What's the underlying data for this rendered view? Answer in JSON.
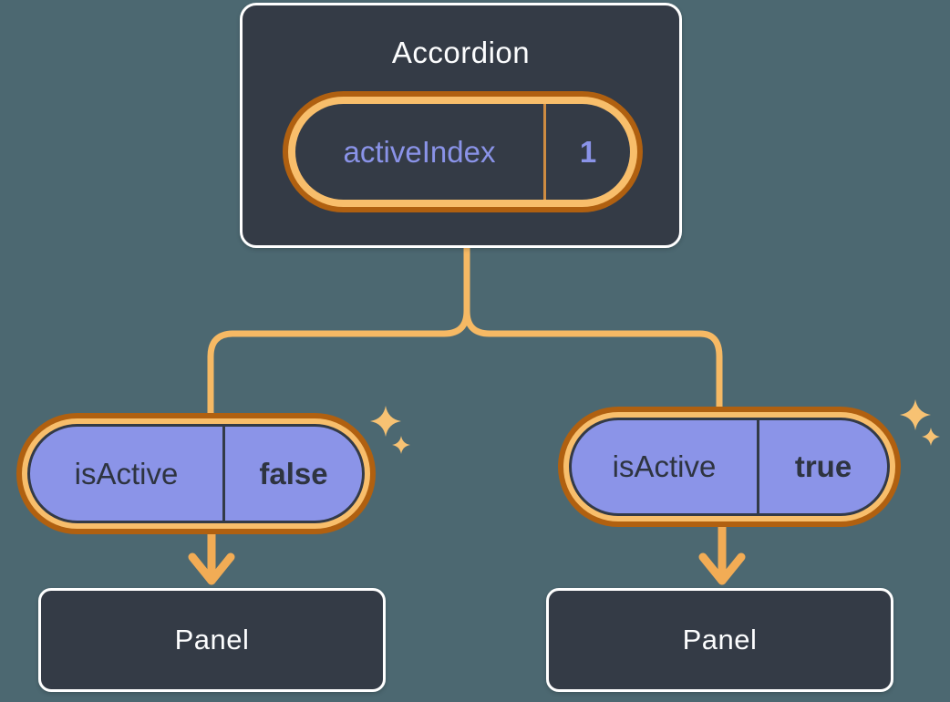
{
  "diagram": {
    "description": "React state tree: Accordion parent holding activeIndex state, passing isActive props to two Panel children",
    "background_color": "#4C6871",
    "colors": {
      "node_fill": "#343B46",
      "node_border": "#FFFFFF",
      "pill_ring_outer": "#B06010",
      "pill_ring_inner": "#F8BE6B",
      "pill_purple_fill": "#8B94E8",
      "state_text_purple": "#8A93E8",
      "prop_text_dark": "#2E3440",
      "wire_orange": "#F6B964",
      "arrow_orange": "#F2AC55",
      "sparkle_orange": "#F7C273",
      "state_divider_orange": "#CE8C42",
      "label_text_light": "#FCFDFE"
    }
  },
  "accordion": {
    "title": "Accordion",
    "pill": {
      "label": "activeIndex",
      "value": "1"
    }
  },
  "left": {
    "pill": {
      "label": "isActive",
      "value": "false"
    },
    "panel": "Panel"
  },
  "right": {
    "pill": {
      "label": "isActive",
      "value": "true"
    },
    "panel": "Panel"
  }
}
